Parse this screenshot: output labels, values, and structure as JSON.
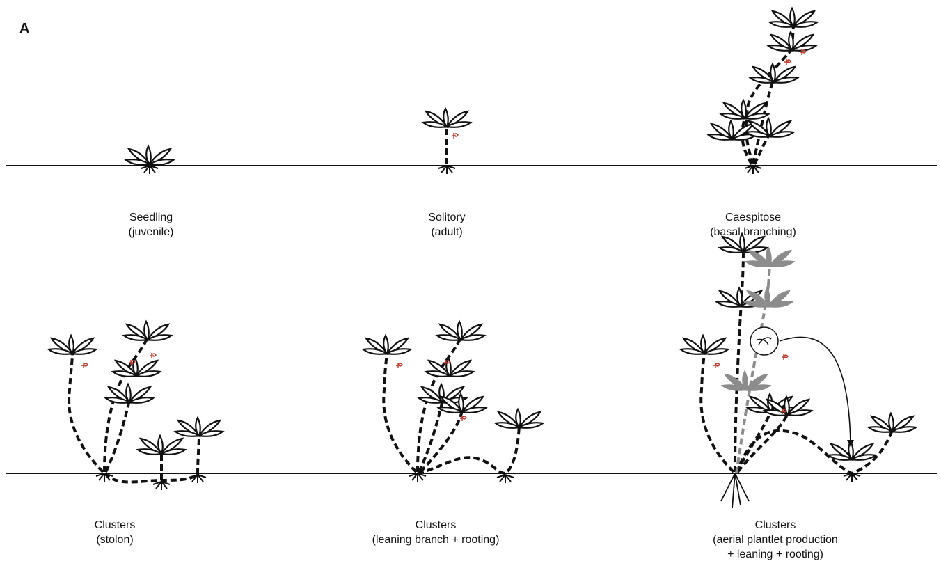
{
  "panel_label": "A",
  "colors": {
    "ink": "#111111",
    "plantlet": "#8c8c8c",
    "flower": "#c0392b"
  },
  "captions": {
    "seedling": {
      "title": "Seedling",
      "sub": "(juvenile)"
    },
    "solitary": {
      "title": "Solitory",
      "sub": "(adult)"
    },
    "caespitose": {
      "title": "Caespitose",
      "sub": "(basal branching)"
    },
    "stolon": {
      "title": "Clusters",
      "sub": "(stolon)"
    },
    "leaning": {
      "title": "Clusters",
      "sub": "(leaning branch + rooting)"
    },
    "aerial": {
      "title": "Clusters",
      "sub": "(aerial plantlet production",
      "sub2": "+ leaning + rooting)"
    }
  }
}
